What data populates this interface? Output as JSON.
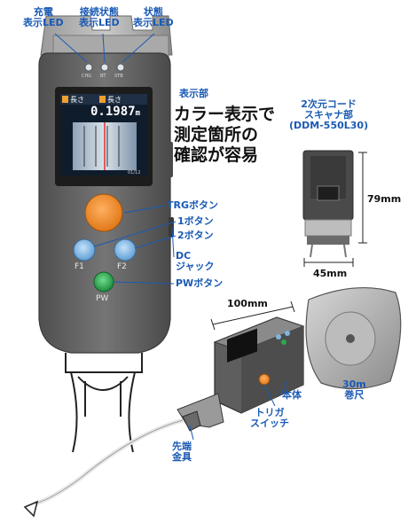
{
  "labels": {
    "charge_led": "充電\n表示LED",
    "connect_led": "接続状態\n表示LED",
    "status_led": "状態\n表示LED",
    "display_section": "表示部",
    "big_text": "カラー表示で\n測定箇所の\n確認が容易",
    "scanner_title": "2次元コード\nスキャナ部\n(DDM-550L30)",
    "dim_79": "79mm",
    "dim_45": "45mm",
    "dim_100": "100mm",
    "trg_button": "TRGボタン",
    "button1": "1ボタン",
    "button2": "2ボタン",
    "dc_jack": "DC\nジャック",
    "pw_button": "PWボタン",
    "tape_30m": "30m\n巻尺",
    "body_label": "本体",
    "trigger_switch": "トリガ\nスイッチ",
    "tip_fitting": "先端\n金具"
  },
  "device": {
    "screen_tag1": "長さ",
    "screen_tag2": "長さ",
    "screen_reading": "0.1987",
    "screen_unit": "m",
    "screen_footer": "01/12",
    "btn_f1": "F1",
    "btn_f2": "F2",
    "btn_pw": "PW",
    "led_chg": "CHG",
    "led_bt": "BT",
    "led_stb": "STB"
  },
  "colors": {
    "label_blue": "#1a5ab4",
    "device_gray": "#6b6b6b",
    "trg_orange": "#f08a2c",
    "f_button_blue": "#7fb4e0",
    "pw_green": "#2ea84f"
  }
}
